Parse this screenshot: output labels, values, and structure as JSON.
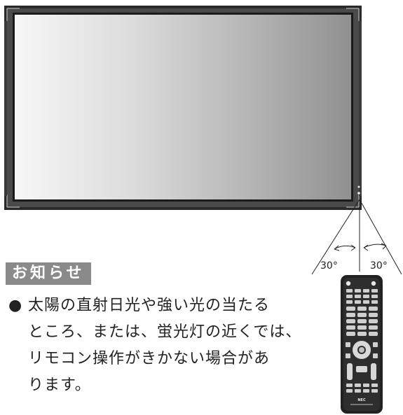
{
  "notice": {
    "label": "お知らせ",
    "bullet": "●",
    "text": "太陽の直射日光や強い光の当たる\nところ、または、蛍光灯の近くでは、\nリモコン操作がきかない場合があ\nります。"
  },
  "angles": {
    "left": "30°",
    "right": "30°"
  },
  "remote": {
    "brand": "NEC"
  }
}
